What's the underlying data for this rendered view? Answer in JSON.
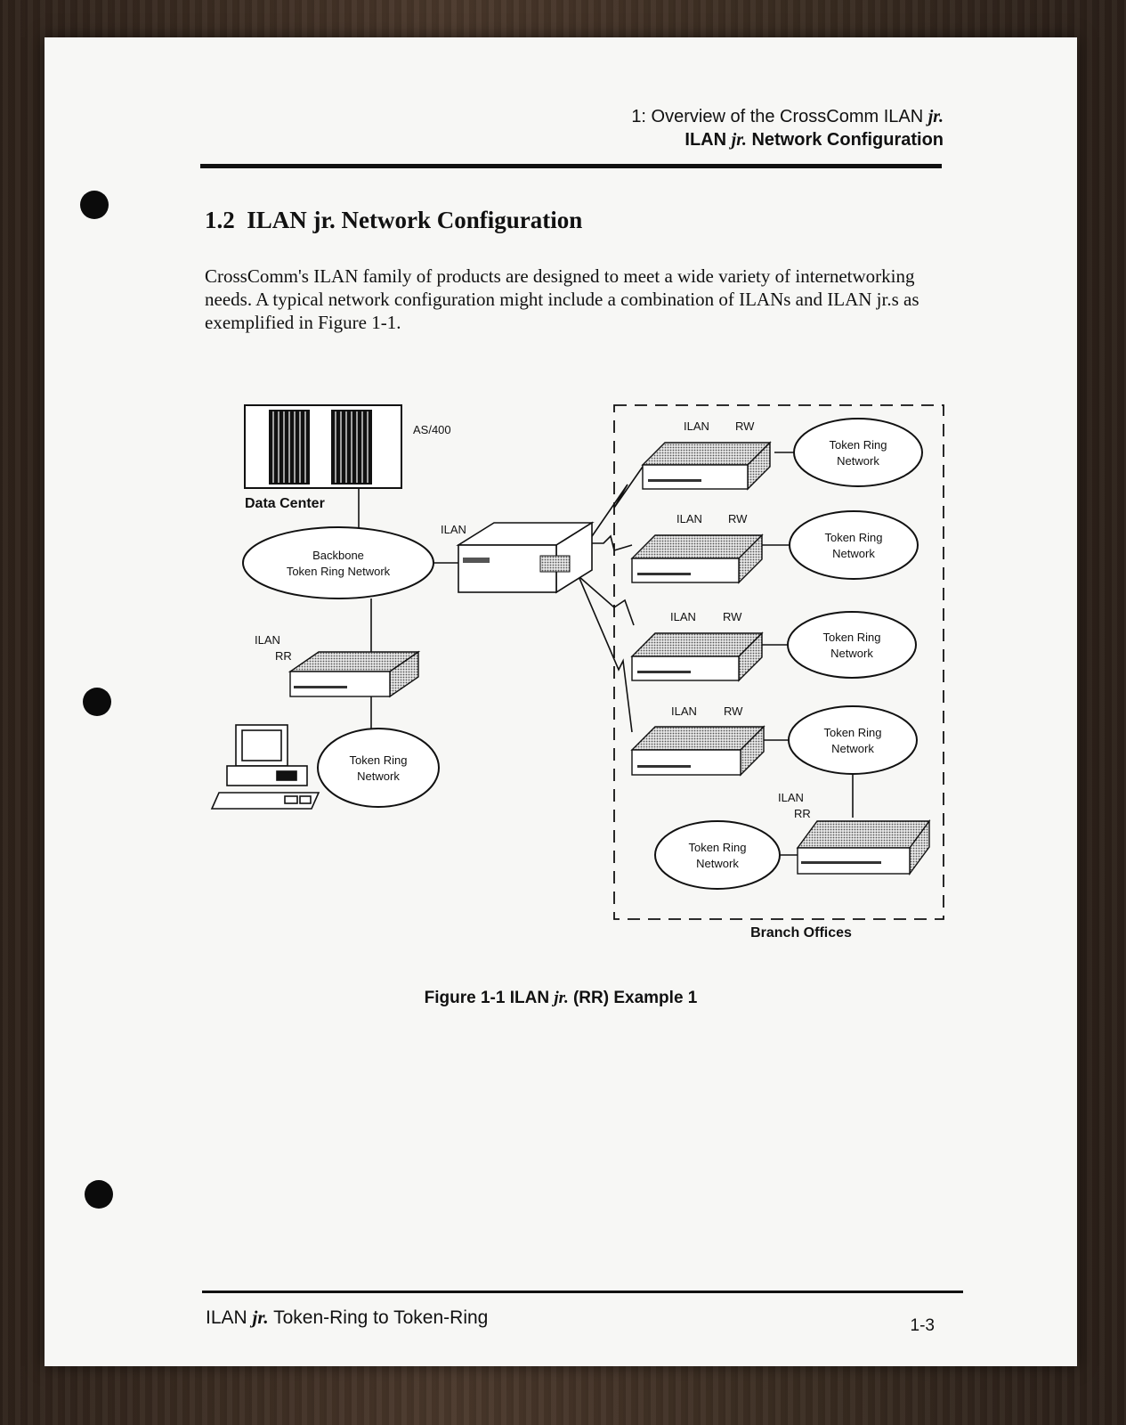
{
  "header": {
    "line1": "1: Overview of the CrossComm ILAN",
    "line2": "ILAN",
    "line2_rest": "Network Configuration",
    "jr_mark": "jr."
  },
  "section": {
    "number": "1.2",
    "title_a": "ILAN",
    "title_b": "Network Configuration"
  },
  "body": {
    "paragraph": "CrossComm's ILAN family of products are designed to meet a wide variety of internetworking needs.  A typical network configuration might include a combination of ILANs and ILAN jr.s as exemplified in Figure 1-1."
  },
  "diagram": {
    "as400": "AS/400",
    "data_center": "Data Center",
    "ilan": "ILAN",
    "backbone_1": "Backbone",
    "backbone_2": "Token Ring Network",
    "ilan_jr": "ILAN",
    "rr": "RR",
    "rw": "RW",
    "token_ring": "Token Ring",
    "network": "Network",
    "branch_offices": "Branch Offices"
  },
  "figure": {
    "caption_a": "Figure 1-1 ILAN",
    "caption_b": "(RR) Example 1"
  },
  "footer": {
    "title_a": "ILAN",
    "title_b": "Token-Ring to Token-Ring",
    "page_number": "1-3"
  }
}
